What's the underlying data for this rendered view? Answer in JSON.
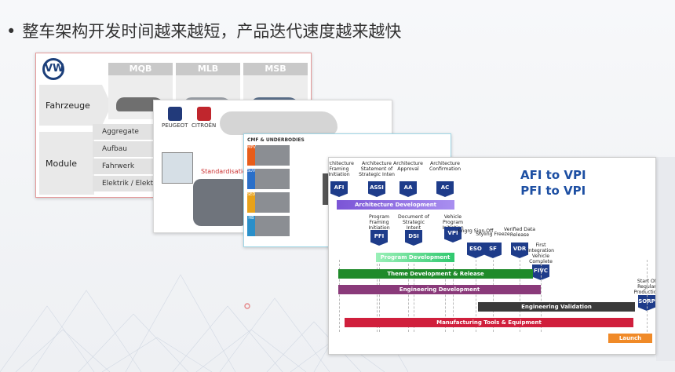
{
  "headline": "整车架构开发时间越来越短，产品迭代速度越来越快",
  "panel1": {
    "brand_logo_text": "VW",
    "row_vehicles": "Fahrzeuge",
    "row_modules": "Module",
    "platforms": [
      "MQB",
      "MLB",
      "MSB"
    ],
    "modules": [
      "Aggregate",
      "Aufbau",
      "Fahrwerk",
      "Elektrik / Elektronik"
    ]
  },
  "panel2": {
    "brands": [
      "PEUGEOT",
      "CITROËN"
    ],
    "caption": "Standardisation"
  },
  "panel3": {
    "title": "CMF & UNDERBODIES",
    "segments": [
      "MPV",
      "SUV",
      "SED",
      "HB"
    ]
  },
  "panel4": {
    "title_line1": "AFI to VPI",
    "title_line2": "PFI to VPI",
    "milestones": [
      {
        "code": "AFI",
        "label": "Architecture Framing Initiation"
      },
      {
        "code": "ASSI",
        "label": "Architecture Statement of Strategic Inten"
      },
      {
        "code": "AA",
        "label": "Architecture Approval"
      },
      {
        "code": "AC",
        "label": "Architecture Confirmation"
      },
      {
        "code": "PFI",
        "label": "Program Framing Initiation"
      },
      {
        "code": "DSI",
        "label": "Document of Strategic Intent"
      },
      {
        "code": "VPI",
        "label": "Vehicle Program Initiation"
      },
      {
        "code": "ESO",
        "label": "Engrg Sign Off"
      },
      {
        "code": "SF",
        "label": "Styling Freeze"
      },
      {
        "code": "VDR",
        "label": "Verified Data Release"
      },
      {
        "code": "FIVC",
        "label": "First Integration Vehicle Complete"
      },
      {
        "code": "SORP",
        "label": "Start Of Regular Production"
      }
    ],
    "bars": [
      "Architecture Development",
      "Program Development",
      "Theme Development & Release",
      "Engineering Development",
      "Engineering Validation",
      "Manufacturing Tools & Equipment",
      "Launch"
    ],
    "colors": {
      "badge": "#1e3c8a",
      "arch_bar": "#7b55d6",
      "prog_bar": "#2fc86e",
      "theme_bar": "#1f8a2a",
      "eng_dev_bar": "#8a3a7a",
      "eng_val_bar": "#3a3a3a",
      "mfg_bar": "#d01f3c",
      "launch_bar": "#f08a28"
    }
  }
}
